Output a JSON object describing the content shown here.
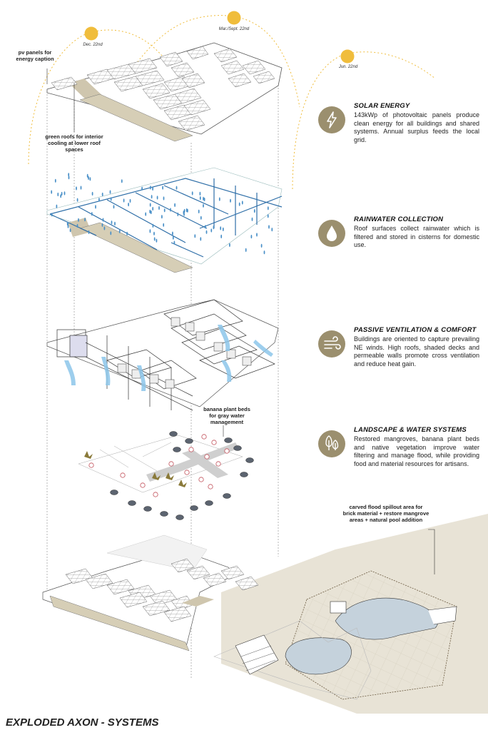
{
  "title": "EXPLODED AXON - SYSTEMS",
  "suns": [
    {
      "label": "Dec. 22nd"
    },
    {
      "label": "Mar./Sept. 22nd"
    },
    {
      "label": "Jun. 22nd"
    }
  ],
  "callouts": {
    "pv": "pv panels for energy caption",
    "green_roofs": "green roofs for interior cooling at lower roof spaces",
    "banana": "banana plant beds for gray water management",
    "flood": "carved flood spillout area for brick material + restore mangrove areas + natural pool addition"
  },
  "systems": [
    {
      "title": "SOLAR ENERGY",
      "icon": "lightning-icon",
      "text": "143kWp of photovoltaic panels produce clean energy for all buildings and shared systems. Annual surplus feeds the local grid."
    },
    {
      "title": "RAINWATER COLLECTION",
      "icon": "water-drop-icon",
      "text": "Roof surfaces collect rainwater which is filtered and stored in cisterns for domestic use."
    },
    {
      "title": "PASSIVE VENTILATION & COMFORT",
      "icon": "wind-icon",
      "text": "Buildings are oriented to capture prevailing NE winds. High roofs, shaded decks and permeable walls promote cross ventilation and reduce heat gain."
    },
    {
      "title": "LANDSCAPE & WATER SYSTEMS",
      "icon": "leaf-icon",
      "text": "Restored mangroves, banana plant beds and native vegetation improve water filtering and manage flood, while providing food and material resources for artisans."
    }
  ],
  "colors": {
    "sun": "#f0bd3c",
    "icon_bg": "#9b8f6e",
    "rain": "#4a90c8",
    "wind": "#8cc6ea",
    "water": "#c5d2dc",
    "land": "#e8e3d6"
  }
}
